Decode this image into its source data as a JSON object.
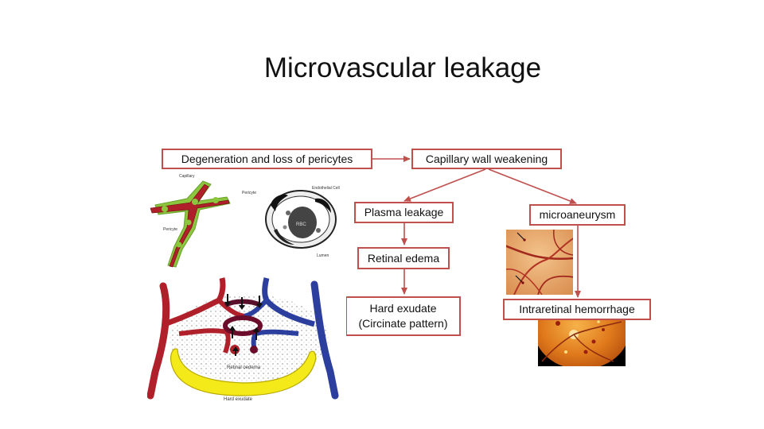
{
  "slide": {
    "title": "Microvascular leakage"
  },
  "flow": {
    "degeneration": "Degeneration and loss of pericytes",
    "capillary_weakening": "Capillary wall weakening",
    "plasma_leakage": "Plasma leakage",
    "microaneurysm": "microaneurysm",
    "retinal_edema": "Retinal edema",
    "hard_exudate_line1": "Hard exudate",
    "hard_exudate_line2": "(Circinate pattern)",
    "intraretinal_hemorrhage": "Intraretinal hemorrhage"
  },
  "illustrations": {
    "capillary_labels": {
      "capillary": "Capillary",
      "pericyte": "Pericyte"
    },
    "cross_section_labels": {
      "pericyte": "Pericyte",
      "endothelial_cell": "Endothelial Cell",
      "rbc": "RBC",
      "lumen": "Lumen"
    },
    "edema_labels": {
      "retinal_oedema": "Retinal oedema",
      "hard_exudate": "Hard exudate"
    }
  },
  "colors": {
    "accent_box_border": "#c0504d",
    "arrow": "#c0504d",
    "vessel_red": "#b0202a",
    "vessel_blue": "#2c3e9e",
    "pericyte_green": "#8cc63f",
    "exudate_yellow": "#f4ea1a",
    "fundus_orange": "#e07a1c"
  }
}
